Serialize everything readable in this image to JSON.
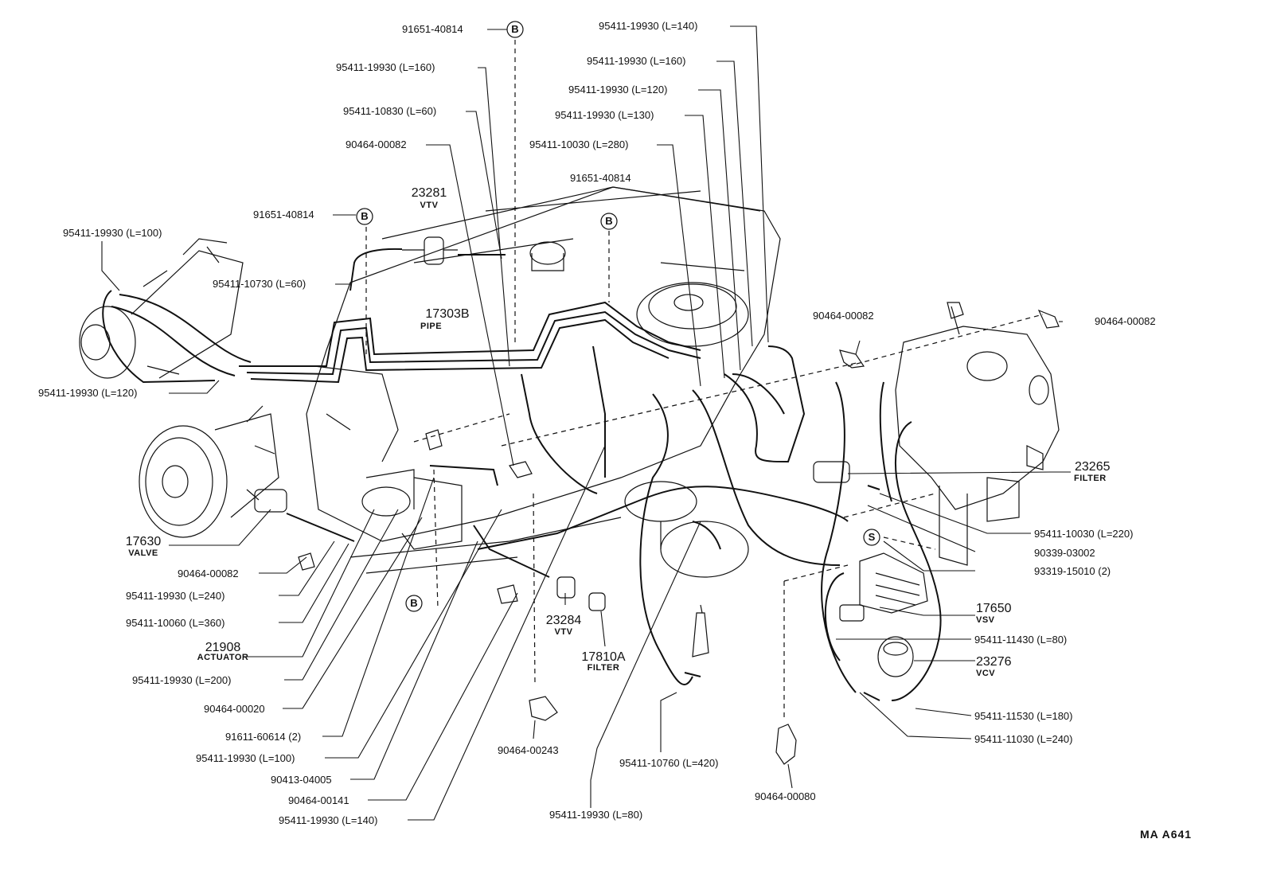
{
  "labels": {
    "l01": "91651-40814",
    "l02": "95411-19930 (L=160)",
    "l03": "95411-10830 (L=60)",
    "l04": "90464-00082",
    "l05": "95411-19930 (L=140)",
    "l06": "95411-19930 (L=160)",
    "l07": "95411-19930 (L=120)",
    "l08": "95411-19930 (L=130)",
    "l09": "95411-10030 (L=280)",
    "l10": "91651-40814",
    "l11": "91651-40814",
    "l12": "95411-19930 (L=100)",
    "l13": "95411-10730 (L=60)",
    "l14": "95411-19930 (L=120)",
    "l15": "90464-00082",
    "l16": "90464-00082",
    "l17": "95411-10030 (L=220)",
    "l18": "90339-03002",
    "l19": "93319-15010 (2)",
    "l20": "95411-11430 (L=80)",
    "l21": "95411-11530 (L=180)",
    "l22": "95411-11030 (L=240)",
    "l23": "90464-00082",
    "l24": "95411-19930 (L=240)",
    "l25": "95411-10060 (L=360)",
    "l26": "95411-19930 (L=200)",
    "l27": "90464-00020",
    "l28": "91611-60614 (2)",
    "l29": "95411-19930 (L=100)",
    "l30": "90413-04005",
    "l31": "90464-00141",
    "l32": "95411-19930 (L=140)",
    "l33": "90464-00243",
    "l34": "95411-10760 (L=420)",
    "l35": "95411-19930 (L=80)",
    "l36": "90464-00080"
  },
  "parts": {
    "vtv_top": {
      "number": "23281",
      "name": "VTV"
    },
    "pipe": {
      "number": "17303B",
      "name": "PIPE"
    },
    "filter_r": {
      "number": "23265",
      "name": "FILTER"
    },
    "vsv": {
      "number": "17650",
      "name": "VSV"
    },
    "vcv": {
      "number": "23276",
      "name": "VCV"
    },
    "valve": {
      "number": "17630",
      "name": "VALVE"
    },
    "actuator": {
      "number": "21908",
      "name": "ACTUATOR"
    },
    "vtv_bot": {
      "number": "23284",
      "name": "VTV"
    },
    "filter_b": {
      "number": "17810A",
      "name": "FILTER"
    }
  },
  "markers": {
    "b": "B",
    "s": "S"
  },
  "drawing_code": "MA  A641"
}
